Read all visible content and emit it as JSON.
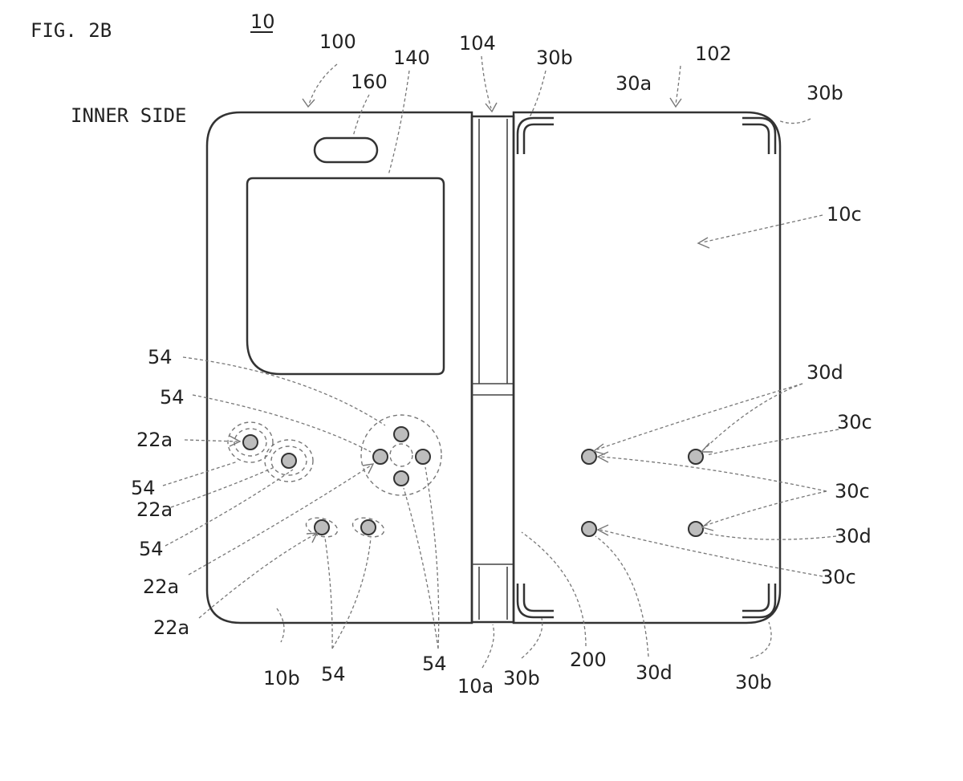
{
  "figure": {
    "title": "FIG. 2B",
    "device_ref": "10",
    "side_label": "INNER SIDE"
  },
  "labels": {
    "l100": "100",
    "l102": "102",
    "l104": "104",
    "l140": "140",
    "l160": "160",
    "l30b_top_left": "30b",
    "l30a": "30a",
    "l30b_top_right": "30b",
    "l10c": "10c",
    "l54_a": "54",
    "l54_b": "54",
    "l22a_a": "22a",
    "l54_c": "54",
    "l22a_b": "22a",
    "l54_d": "54",
    "l22a_c": "22a",
    "l22a_d": "22a",
    "l10b": "10b",
    "l54_e": "54",
    "l54_f": "54",
    "l10a": "10a",
    "l30b_bottom_left": "30b",
    "l200": "200",
    "l30d_bottom": "30d",
    "l30b_bottom_right": "30b",
    "l30d_upper": "30d",
    "l30c_upper": "30c",
    "l30c_middle": "30c",
    "l30d_lower": "30d",
    "l30c_lower": "30c"
  }
}
